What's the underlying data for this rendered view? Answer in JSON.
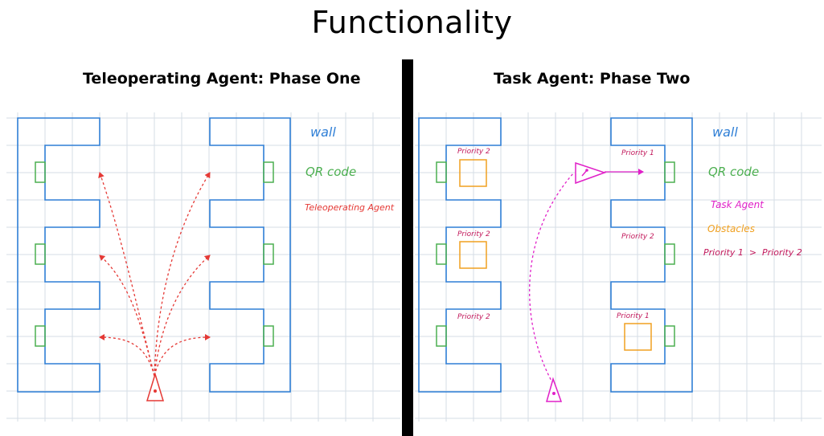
{
  "title": "Functionality",
  "left_panel": {
    "heading": "Teleoperating Agent: Phase One",
    "legend": {
      "wall": "wall",
      "qr": "QR code",
      "agent": "Teleoperating Agent"
    }
  },
  "right_panel": {
    "heading": "Task Agent: Phase Two",
    "legend": {
      "wall": "wall",
      "qr": "QR code",
      "agent": "Task Agent",
      "obstacles": "Obstacles",
      "priority_rule": "Priority 1  >  Priority 2"
    },
    "shelf_labels": {
      "left_top": "Priority 2",
      "left_mid": "Priority 2",
      "left_bottom": "Priority 2",
      "right_top": "Priority 1",
      "right_mid": "Priority 2",
      "right_bottom": "Priority 1"
    }
  },
  "colors": {
    "wall": "#2f7fd6",
    "qr": "#4caf50",
    "teleop_agent": "#e53935",
    "task_agent": "#e020c8",
    "obstacle": "#f0a020",
    "priority_text": "#c2185b",
    "grid": "#d6dde6"
  }
}
